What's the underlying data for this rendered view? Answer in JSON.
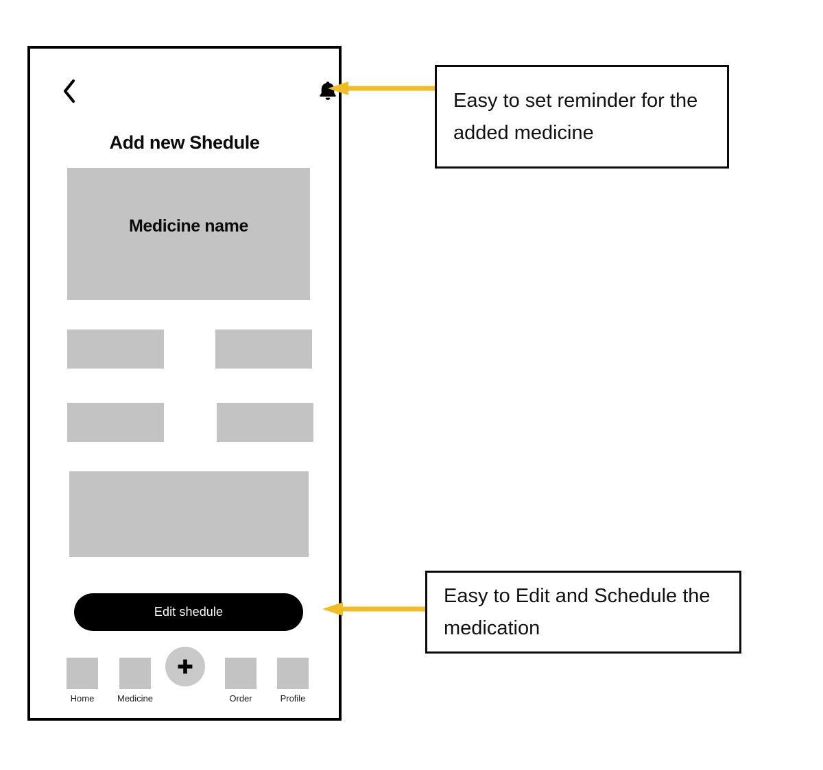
{
  "app": {
    "screen_title": "Add new Shedule"
  },
  "topbar": {
    "back_icon": "chevron-left-icon",
    "bell_icon": "bell-icon"
  },
  "form": {
    "medicine_name_label": "Medicine name",
    "fields": [
      {
        "name": "dose-left",
        "label": ""
      },
      {
        "name": "dose-right",
        "label": ""
      },
      {
        "name": "time-left",
        "label": ""
      },
      {
        "name": "time-right",
        "label": ""
      },
      {
        "name": "notes",
        "label": ""
      }
    ]
  },
  "actions": {
    "edit_schedule_label": "Edit shedule"
  },
  "bottom_nav": {
    "items": [
      {
        "label": "Home",
        "icon": "home-icon"
      },
      {
        "label": "Medicine",
        "icon": "pill-icon"
      },
      {
        "label": "Order",
        "icon": "order-icon"
      },
      {
        "label": "Profile",
        "icon": "profile-icon"
      }
    ],
    "fab": {
      "icon": "plus-icon",
      "label": ""
    }
  },
  "annotations": [
    {
      "id": "reminder",
      "text": "Easy to set reminder for the added medicine"
    },
    {
      "id": "edit",
      "text": "Easy to Edit and Schedule the medication"
    }
  ],
  "colors": {
    "arrow": "#F0BE23",
    "placeholder": "#C3C3C3",
    "button": "#000000",
    "frame": "#000000",
    "fab": "#C9C9C9"
  }
}
